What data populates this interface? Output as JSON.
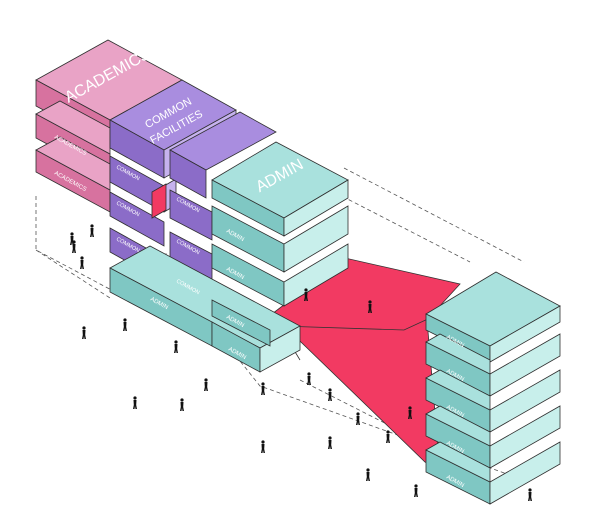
{
  "labels": {
    "academics": "ACADEMICS",
    "common_line1": "COMMON",
    "common_line2": "FACILITIES",
    "admin": "ADMIN"
  },
  "colors": {
    "academics_top": "#e9a3c6",
    "academics_front": "#d7729f",
    "academics_side": "#efc0d8",
    "common_top": "#a98ddf",
    "common_front": "#8b6cc8",
    "common_side": "#c6b2ee",
    "admin_top": "#a9e1dd",
    "admin_front": "#7fc7c3",
    "admin_side": "#c8efeb",
    "red_floor": "#f23a62",
    "outline": "#2f2f2f"
  }
}
